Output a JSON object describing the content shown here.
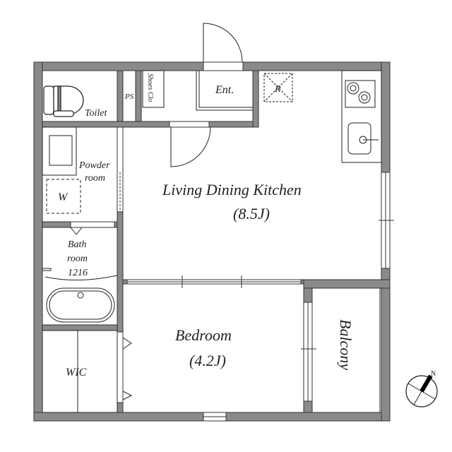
{
  "floor_plan": {
    "colors": {
      "wall": "#8a8a8a",
      "line": "#222222",
      "background": "#ffffff"
    },
    "rooms": {
      "toilet": {
        "label": "Toilet"
      },
      "ps": {
        "label": "PS"
      },
      "shoes": {
        "label": "Shoes Clo"
      },
      "entrance": {
        "label": "Ent."
      },
      "fridge": {
        "label": "R"
      },
      "powder": {
        "label_line1": "Powder",
        "label_line2": "room"
      },
      "washer": {
        "label": "W"
      },
      "bath": {
        "label_line1": "Bath",
        "label_line2": "room",
        "label_line3": "1216"
      },
      "wic": {
        "label": "WIC"
      },
      "ldk": {
        "label": "Living Dining Kitchen",
        "size": "(8.5J)"
      },
      "bedroom": {
        "label": "Bedroom",
        "size": "(4.2J)"
      },
      "balcony": {
        "label": "Balcony"
      }
    },
    "compass": {
      "label": "N"
    }
  }
}
